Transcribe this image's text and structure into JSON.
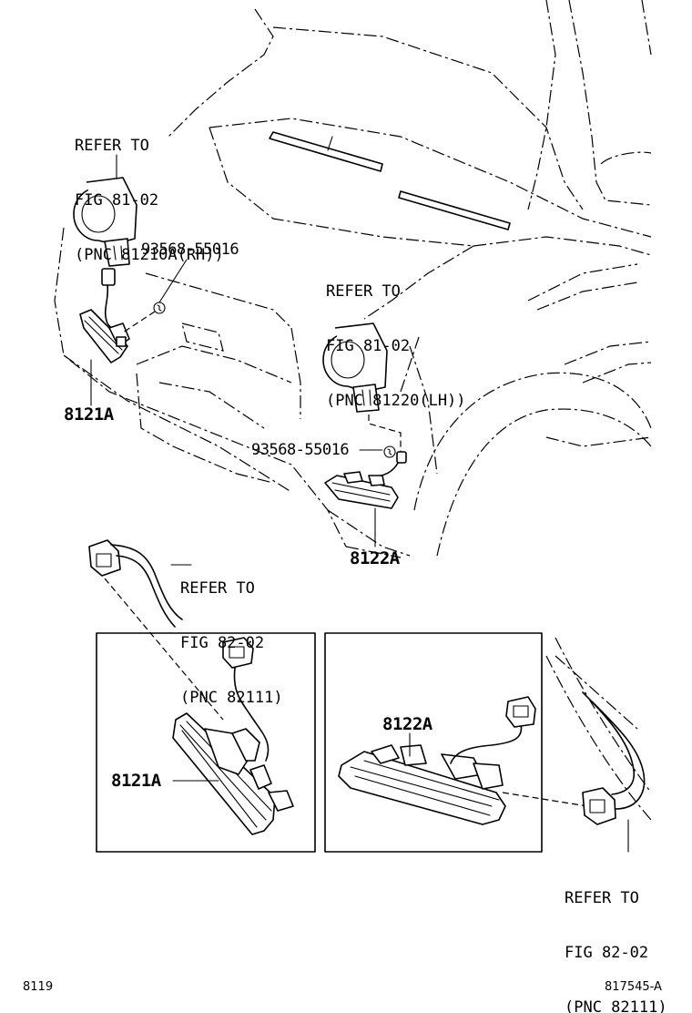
{
  "callouts": {
    "fog_rh": {
      "line1": "REFER TO",
      "line2": "FIG 81-02",
      "line3": "(PNC 81210A(RH))"
    },
    "fog_lh": {
      "line1": "REFER TO",
      "line2": "FIG 81-02",
      "line3": "(PNC 81220(LH))"
    },
    "wire_left": {
      "line1": "REFER TO",
      "line2": "FIG 82-02",
      "line3": "(PNC 82111)"
    },
    "wire_right": {
      "line1": "REFER TO",
      "line2": "FIG 82-02",
      "line3": "(PNC 82111)"
    }
  },
  "part_numbers": {
    "bulb_upper": "93568-55016",
    "bulb_lower": "93568-55016",
    "lamp_rh_main": "8121A",
    "lamp_lh_main": "8122A",
    "lamp_rh_detail": "8121A",
    "lamp_lh_detail": "8122A"
  },
  "footer": {
    "page_code": "8119",
    "figure_id": "817545-A"
  }
}
